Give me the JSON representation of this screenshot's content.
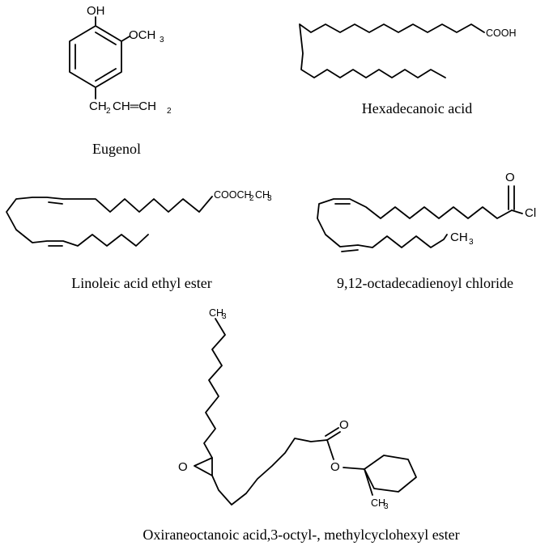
{
  "atoms": {
    "oh": "OH",
    "och3": "OCH",
    "ch2": "CH",
    "eq_ch": "CH═CH",
    "cooh": "COOH",
    "ester_cooch": "COOCH",
    "ester_ch3": "CH",
    "oxygen": "O",
    "chloro": "Cl",
    "methyl": "CH",
    "sub2": "2",
    "sub3": "3"
  },
  "captions": {
    "eugenol": "Eugenol",
    "hexadecanoic": "Hexadecanoic acid",
    "linoleic": "Linoleic acid ethyl ester",
    "octadecadienoyl": "9,12-octadecadienoyl chloride",
    "oxirane": "Oxiraneoctanoic acid,3-octyl-, methylcyclohexyl ester"
  }
}
